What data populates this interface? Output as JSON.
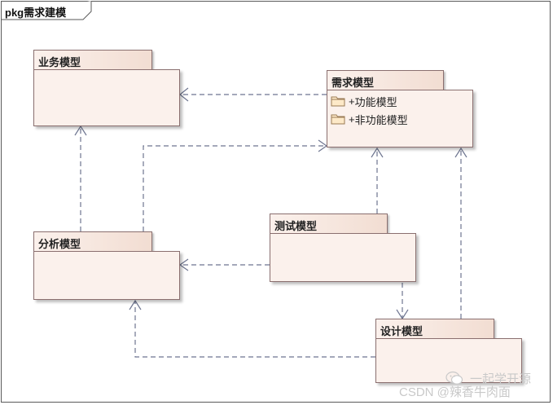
{
  "frame": {
    "label": "pkg需求建模"
  },
  "packages": {
    "business": {
      "name": "业务模型"
    },
    "requirements": {
      "name": "需求模型",
      "members": [
        {
          "visibility": "+",
          "name": "功能模型"
        },
        {
          "visibility": "+",
          "name": "非功能模型"
        }
      ]
    },
    "analysis": {
      "name": "分析模型"
    },
    "test": {
      "name": "测试模型"
    },
    "design": {
      "name": "设计模型"
    }
  },
  "watermarks": {
    "wechat": "一起学开源",
    "csdn": "CSDN @辣香牛肉面"
  },
  "colors": {
    "package_fill": "#fbf1ec",
    "package_tab_gradient_end": "#f2ddd2",
    "package_border": "#8a6f6f",
    "dependency_line": "#6e7590"
  }
}
